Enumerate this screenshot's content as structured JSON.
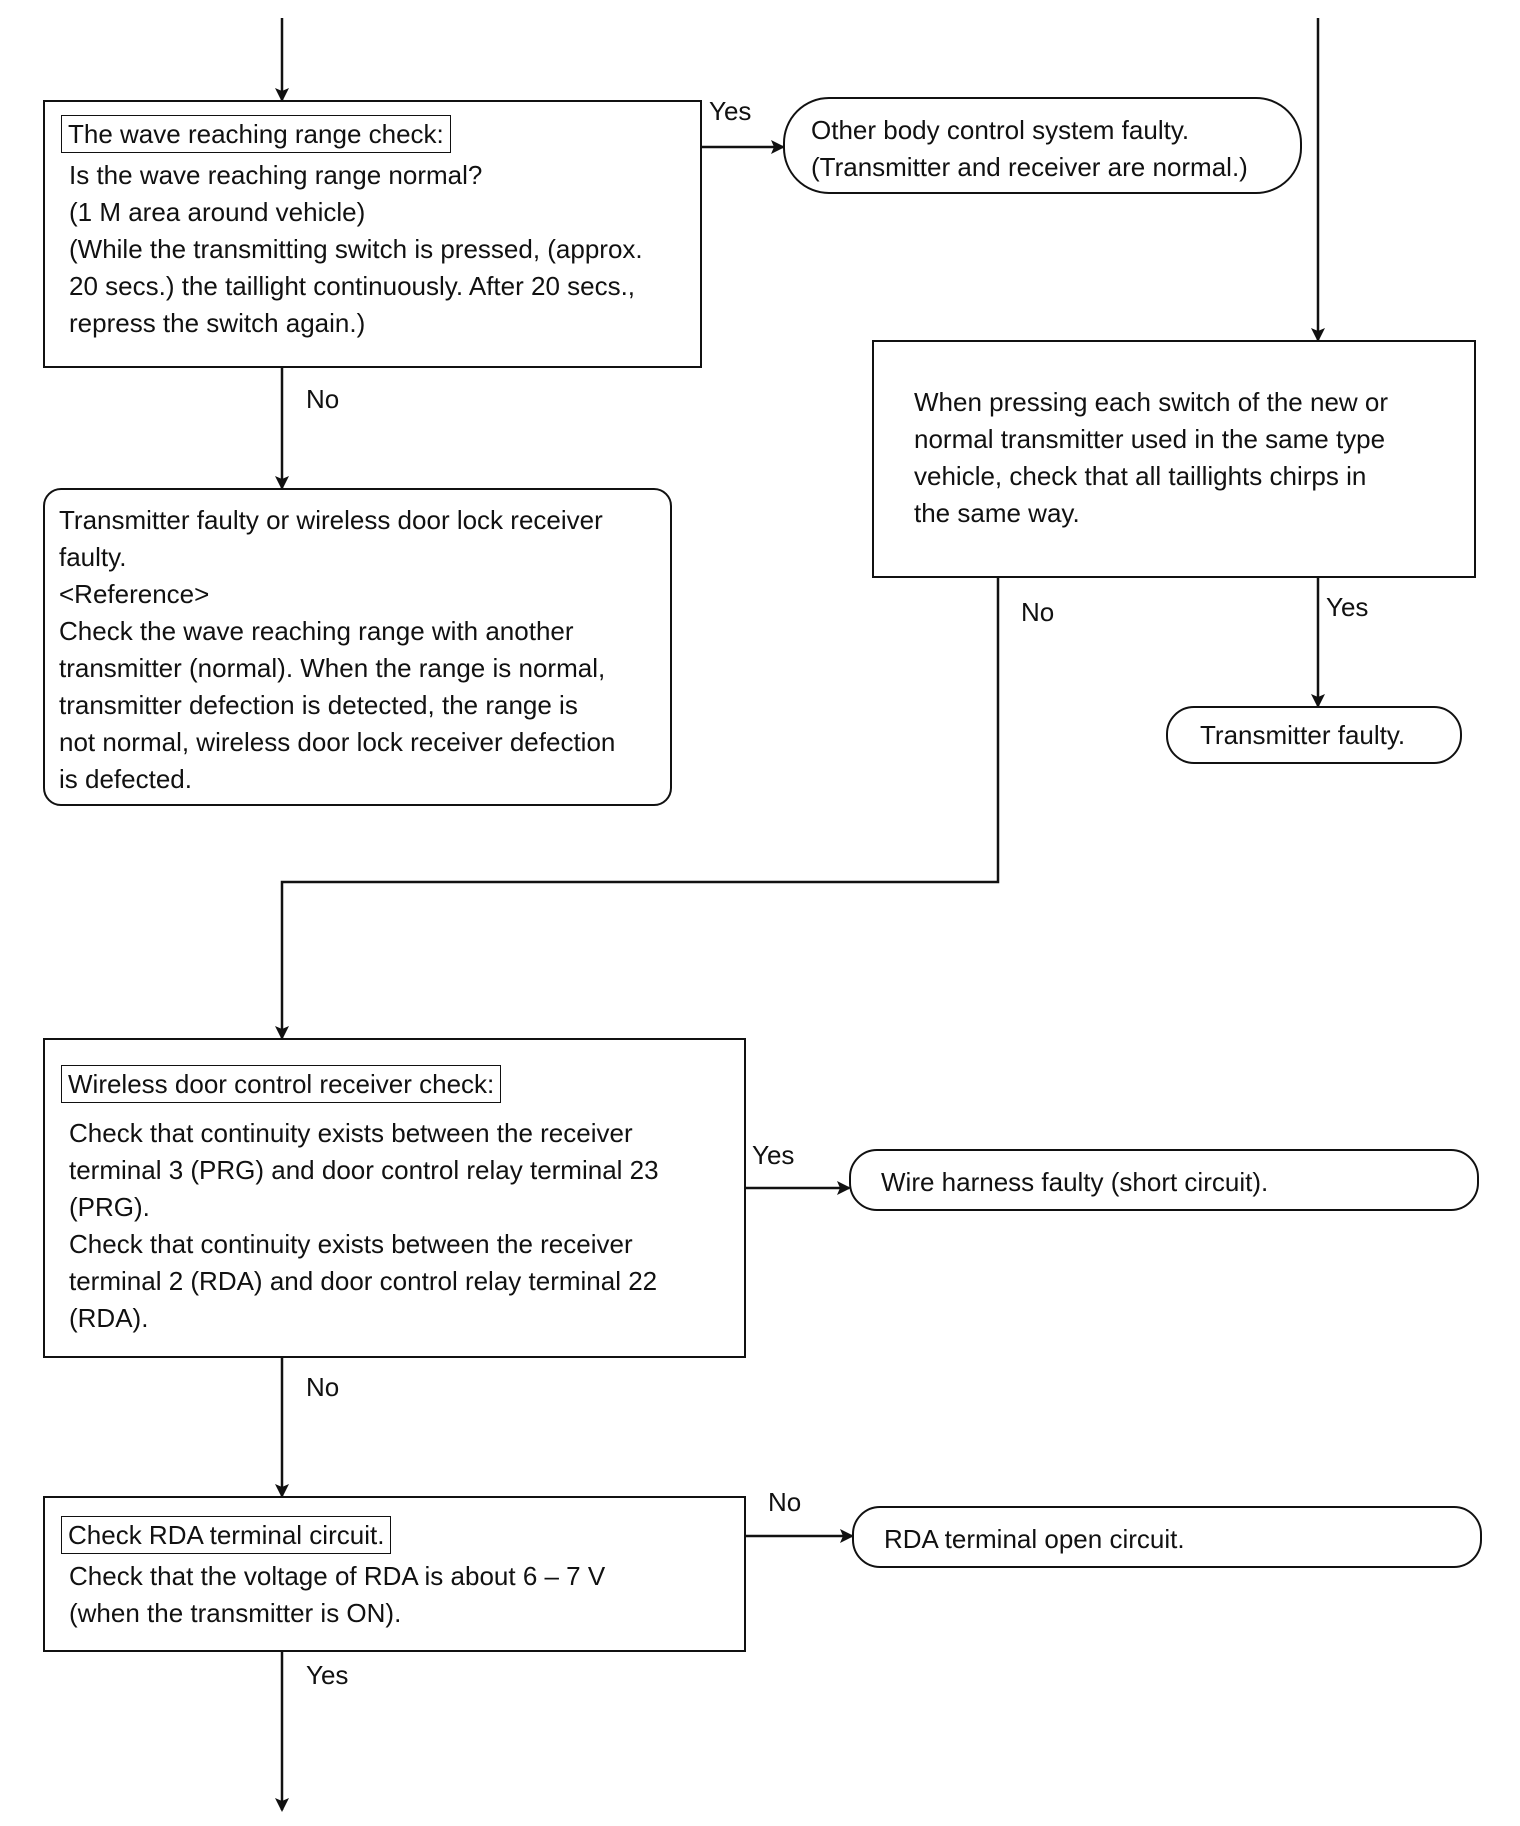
{
  "wave_check": {
    "title": "The wave reaching range check:",
    "body": "Is the wave reaching range normal?\n(1 M area around vehicle)\n(While the transmitting switch is pressed, (approx.\n20 secs.) the taillight continuously. After 20 secs.,\nrepress the switch again.)"
  },
  "other_faulty": {
    "text": "Other body control system faulty.\n(Transmitter and receiver are normal.)"
  },
  "transmitter_or_receiver_faulty": {
    "text": "Transmitter faulty or wireless door lock receiver\nfaulty.\n<Reference>\nCheck the wave reaching range with another\ntransmitter (normal). When the range is normal,\ntransmitter defection is detected, the range is\nnot normal, wireless door lock receiver defection\nis defected."
  },
  "new_transmitter_check": {
    "text": "When pressing each switch of the new or\nnormal transmitter used in the same type\nvehicle, check that all taillights chirps in\nthe same way."
  },
  "transmitter_faulty": {
    "text": "Transmitter faulty."
  },
  "receiver_check": {
    "title": "Wireless door control receiver check:",
    "body": "Check that continuity exists between the receiver\nterminal 3 (PRG) and door control relay terminal 23\n(PRG).\nCheck that continuity exists between the receiver\nterminal 2 (RDA) and door control relay terminal 22\n(RDA)."
  },
  "harness_faulty": {
    "text": "Wire harness faulty (short circuit)."
  },
  "rda_check": {
    "title": "Check RDA terminal circuit.",
    "body": "Check that the voltage of RDA is about 6 – 7 V\n(when the transmitter is ON)."
  },
  "rda_open": {
    "text": "RDA terminal open circuit."
  },
  "labels": {
    "yes": "Yes",
    "no": "No"
  }
}
